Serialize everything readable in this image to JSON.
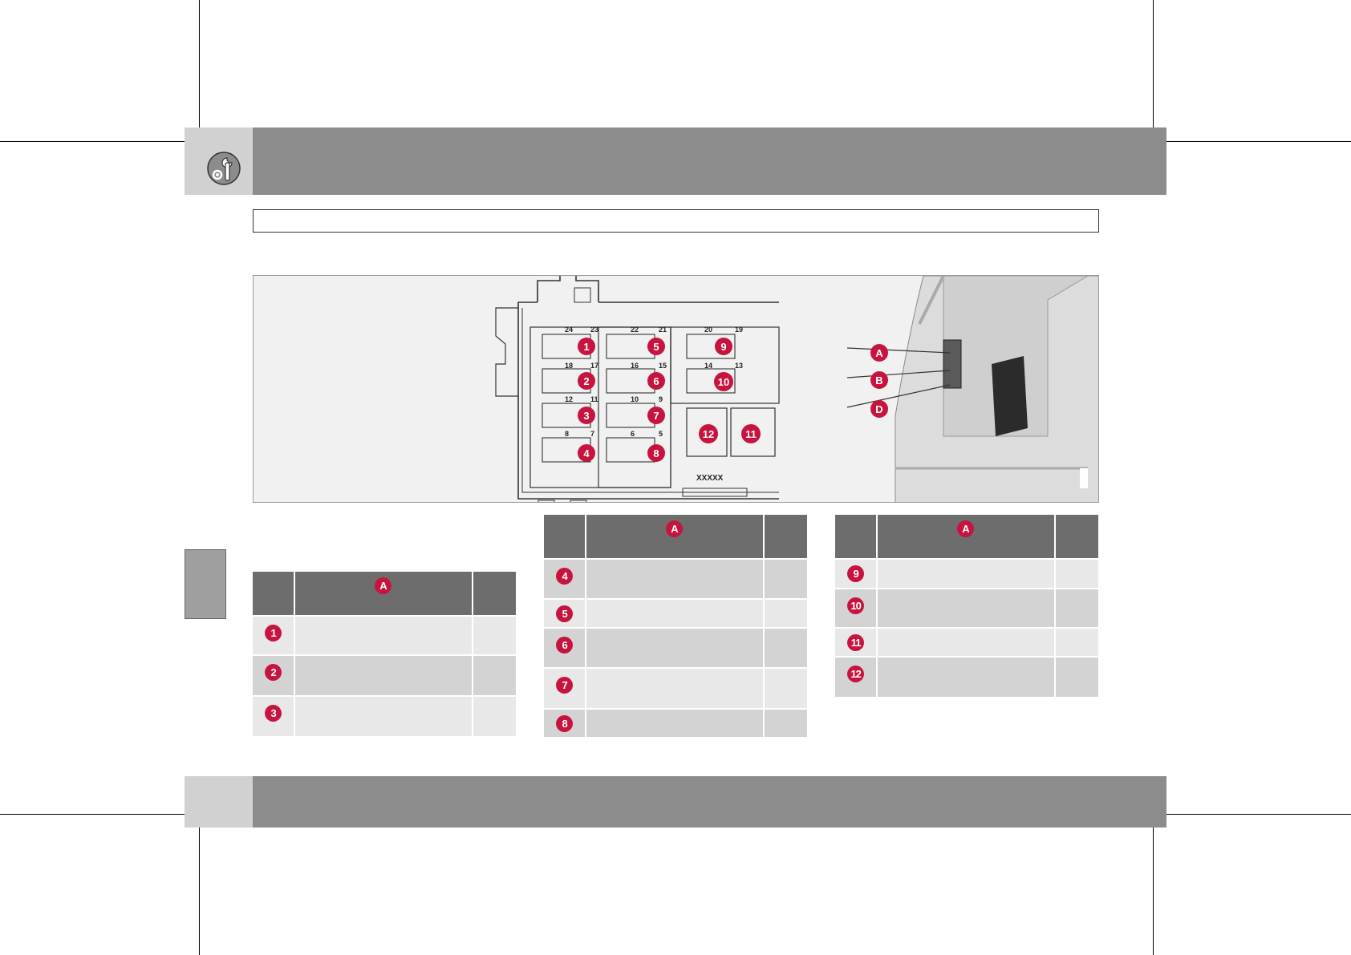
{
  "header": {
    "icon": "wrench-gear-icon",
    "title": ""
  },
  "figure": {
    "fusebox_labels": [
      "1",
      "2",
      "3",
      "4",
      "5",
      "6",
      "7",
      "8",
      "9",
      "10",
      "11",
      "12"
    ],
    "pin_numbers": [
      "24",
      "23",
      "22",
      "21",
      "20",
      "19",
      "18",
      "17",
      "16",
      "15",
      "14",
      "13",
      "12",
      "11",
      "10",
      "9",
      "8",
      "7",
      "6",
      "5"
    ],
    "part_code": "XXXXX",
    "location_labels": [
      "A",
      "B",
      "D"
    ]
  },
  "tables": [
    {
      "header_label": "A",
      "rows": [
        {
          "num": "1",
          "text": "",
          "value": ""
        },
        {
          "num": "2",
          "text": "",
          "value": ""
        },
        {
          "num": "3",
          "text": "",
          "value": ""
        }
      ]
    },
    {
      "header_label": "A",
      "rows": [
        {
          "num": "4",
          "text": "",
          "value": ""
        },
        {
          "num": "5",
          "text": "",
          "value": ""
        },
        {
          "num": "6",
          "text": "",
          "value": ""
        },
        {
          "num": "7",
          "text": "",
          "value": ""
        },
        {
          "num": "8",
          "text": "",
          "value": ""
        }
      ]
    },
    {
      "header_label": "A",
      "rows": [
        {
          "num": "9",
          "text": "",
          "value": ""
        },
        {
          "num": "10",
          "text": "",
          "value": ""
        },
        {
          "num": "11",
          "text": "",
          "value": ""
        },
        {
          "num": "12",
          "text": "",
          "value": ""
        }
      ]
    }
  ],
  "colors": {
    "accent": "#c6143e",
    "bar": "#8c8c8c",
    "tab": "#d1d1d1",
    "table_header": "#6d6d6d",
    "row_light": "#e8e8e8",
    "row_dark": "#d3d3d3"
  }
}
